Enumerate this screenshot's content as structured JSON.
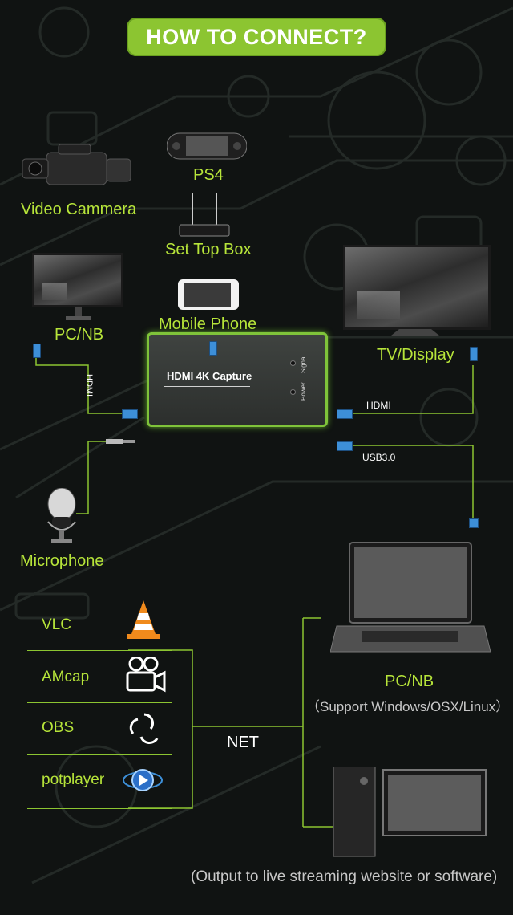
{
  "title": "HOW TO CONNECT?",
  "sources": {
    "video_camera": "Video Cammera",
    "ps4": "PS4",
    "set_top_box": "Set Top Box",
    "pc_nb_input": "PC/NB",
    "mobile_phone": "Mobile Phone",
    "microphone": "Microphone"
  },
  "capture": {
    "name": "HDMI 4K Capture",
    "signal": "Signal",
    "power": "Power"
  },
  "outputs": {
    "tv_display": "TV/Display",
    "pc_nb": "PC/NB",
    "pc_nb_support": "（Support Windows/OSX/Linux）",
    "streaming_note": "(Output  to  live streaming website or software)"
  },
  "links": {
    "hdmi_in": "HDMI",
    "hdmi_out": "HDMI",
    "usb": "USB3.0",
    "net": "NET"
  },
  "software": [
    {
      "label": "VLC",
      "icon": "vlc-cone-icon"
    },
    {
      "label": "AMcap",
      "icon": "film-camera-icon"
    },
    {
      "label": "OBS",
      "icon": "obs-logo-icon"
    },
    {
      "label": "potplayer",
      "icon": "potplayer-play-icon"
    }
  ],
  "colors": {
    "accent": "#8cc531",
    "label_green": "#b7e53a",
    "background": "#101312",
    "connector_blue": "#3d8fd8"
  }
}
